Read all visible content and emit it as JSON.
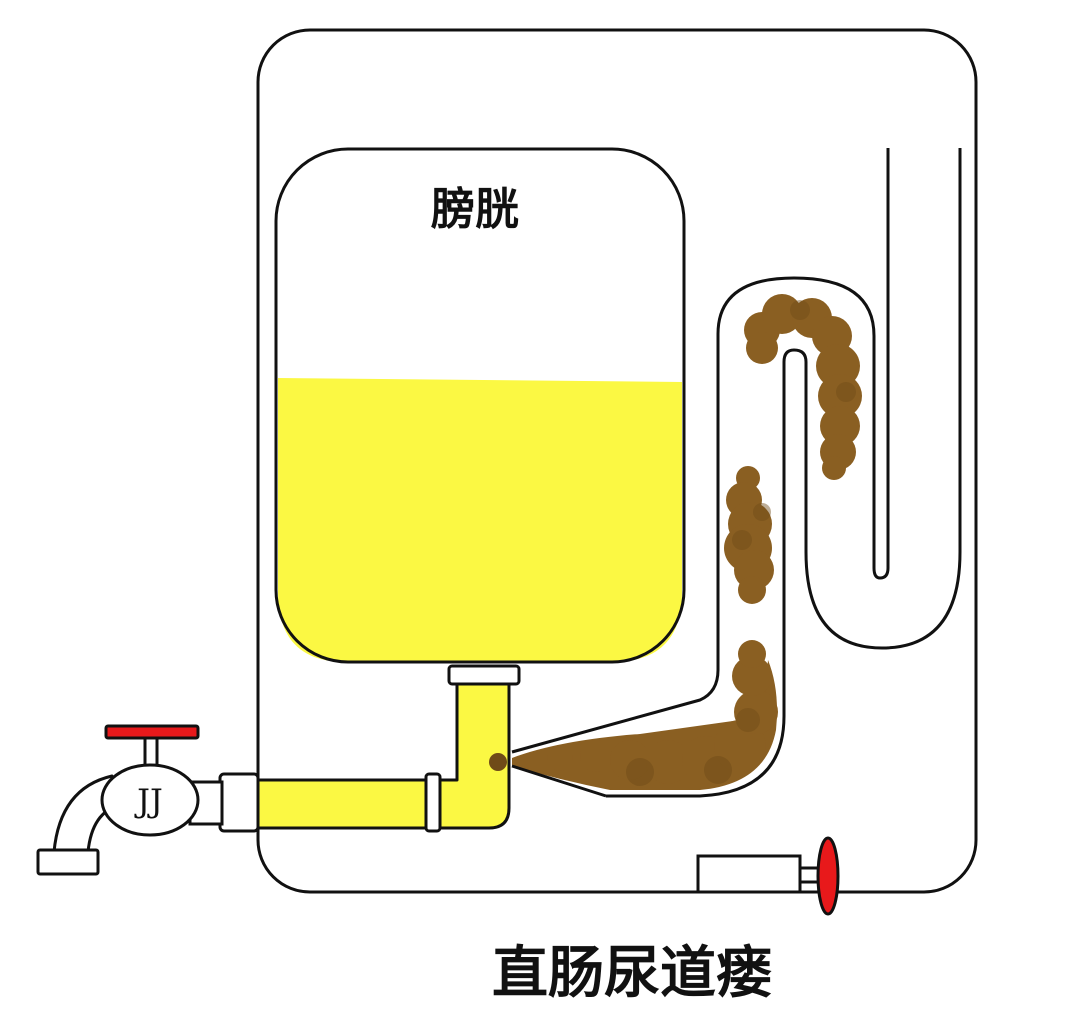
{
  "diagram": {
    "bladder_label": "膀胱",
    "caption": "直肠尿道瘘",
    "faucet_badge": "JJ"
  },
  "colors": {
    "outline": "#111111",
    "urine": "#fbf843",
    "feces": "#8a5f22",
    "feces_dark": "#6f4b18",
    "valve": "#e8191b",
    "background": "#ffffff"
  },
  "icons": {
    "faucet": "faucet-icon",
    "valve_handle": "valve-handle-icon",
    "drain_plug": "drain-valve-icon"
  }
}
